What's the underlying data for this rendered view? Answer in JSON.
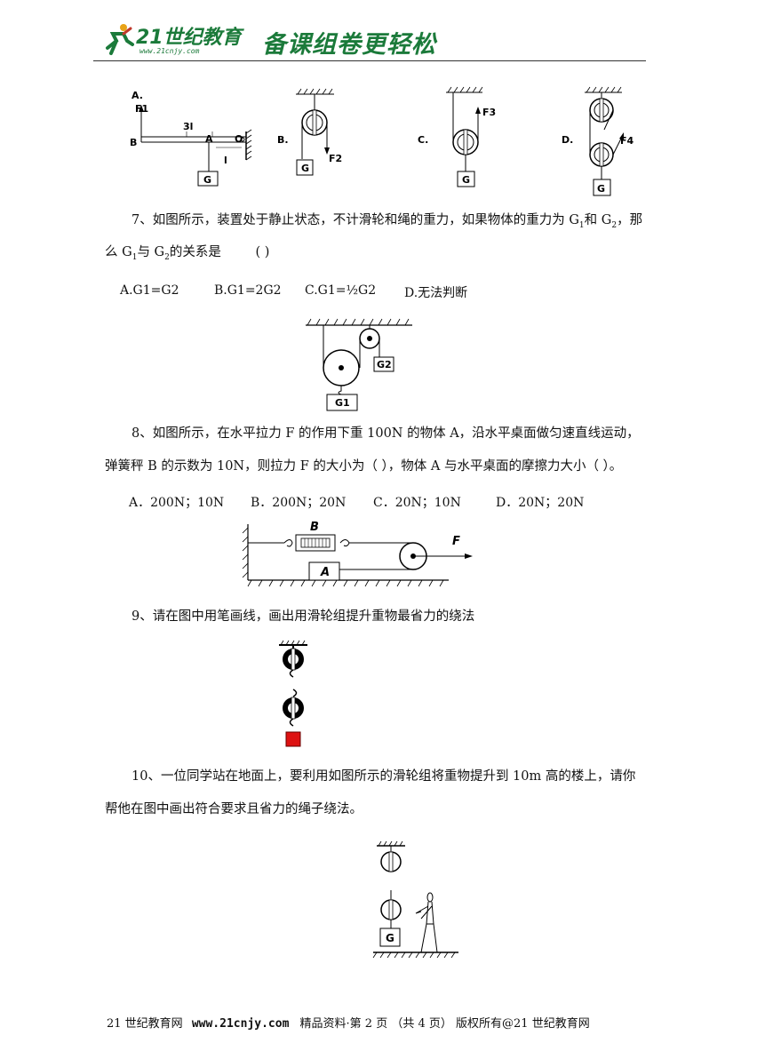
{
  "header": {
    "logo_main": "21世纪教育",
    "logo_url": "www.21cnjy.com",
    "slogan": "备课组卷更轻松"
  },
  "figure_top": {
    "labels": [
      "A.",
      "B.",
      "C.",
      "D."
    ],
    "lever": {
      "force": "F1",
      "length_long": "3l",
      "length_short": "l",
      "point_b": "B",
      "point_a": "A",
      "point_o": "O",
      "weight": "G"
    },
    "b": {
      "force": "F2",
      "weight": "G"
    },
    "c": {
      "force": "F3",
      "weight": "G"
    },
    "d": {
      "force": "F4",
      "weight": "G"
    }
  },
  "q7": {
    "line1": "7、如图所示，装置处于静止状态，不计滑轮和绳的重力，如果物体的重力为 G",
    "line1_sub1": "1",
    "line1_mid": "和 G",
    "line1_sub2": "2",
    "line1_end": "，那",
    "line2_start": "么 G",
    "line2_sub1": "1",
    "line2_mid": "与 G",
    "line2_sub2": "2",
    "line2_end": "的关系是",
    "paren": "(        )",
    "options": [
      "A.G1=G2",
      "B.G1=2G2",
      "C.G1=½G2",
      "D.无法判断"
    ],
    "fig": {
      "w1": "G1",
      "w2": "G2"
    }
  },
  "q8": {
    "line1": "8、如图所示，在水平拉力 F 的作用下重 100N 的物体 A，沿水平桌面做匀速直线运动，",
    "line2": "弹簧秤 B 的示数为 10N，则拉力 F 的大小为（      ），物体 A 与水平桌面的摩擦力大小（      ）。",
    "options": [
      "A．200N；10N",
      "B．200N；20N",
      "C．20N；10N",
      "D．20N；20N"
    ],
    "fig": {
      "spring": "B",
      "block": "A",
      "force": "F"
    }
  },
  "q9": {
    "line1": "9、请在图中用笔画线，画出用滑轮组提升重物最省力的绕法"
  },
  "q10": {
    "line1": "10、一位同学站在地面上，要利用如图所示的滑轮组将重物提升到 10m 高的楼上，请你",
    "line2": "帮他在图中画出符合要求且省力的绳子绕法。",
    "fig": {
      "weight": "G"
    }
  },
  "footer": {
    "site": "21 世纪教育网",
    "url": "www.21cnjy.com",
    "page_info": "精品资料·第 2 页 （共 4 页） 版权所有@21 世纪教育网"
  }
}
